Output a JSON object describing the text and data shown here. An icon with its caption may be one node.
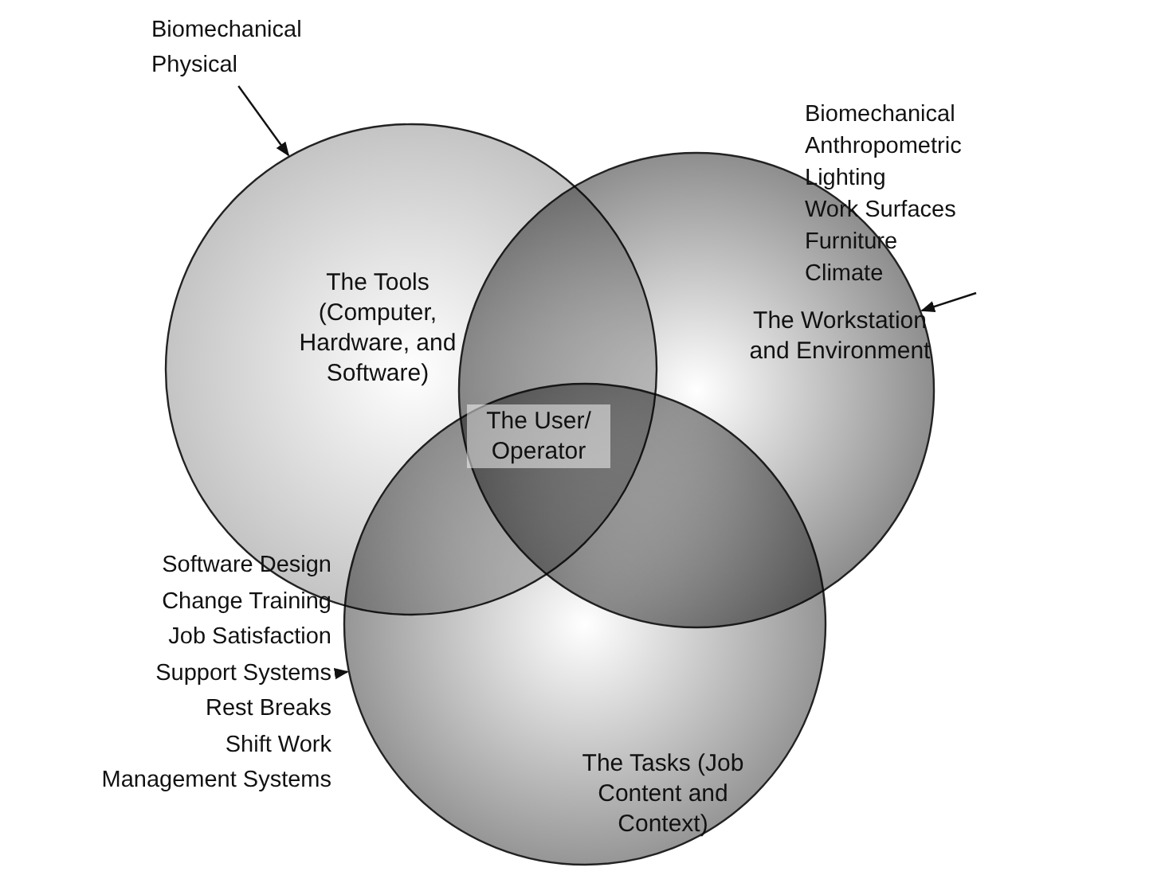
{
  "diagram": {
    "nodes": [
      {
        "text": [
          "The Tools (Computer, Hardware, and Software)"
        ]
      },
      {
        "text": [
          "The Workstation and Environment"
        ]
      },
      {
        "text": [
          "The Tasks (Job Content and Context)"
        ]
      },
      {
        "text": [
          "The User/ Operator"
        ]
      },
      {
        "text": [
          "Biomechanical",
          "Physical"
        ]
      },
      {
        "text": [
          "Biomechanical",
          "Anthropometric",
          "Lighting",
          "Work Surfaces",
          "Furniture",
          "Climate"
        ]
      },
      {
        "text": [
          "Software Design",
          "Change Training",
          "Job Satisfaction",
          "Support Systems",
          "Rest Breaks",
          "Shift Work",
          "Management Systems"
        ]
      }
    ],
    "edges": [
      {
        "from": 4,
        "to": 0,
        "arrow": "to"
      },
      {
        "from": 5,
        "to": 1,
        "arrow": "to"
      },
      {
        "from": 6,
        "to": 2,
        "arrow": "to"
      }
    ]
  }
}
